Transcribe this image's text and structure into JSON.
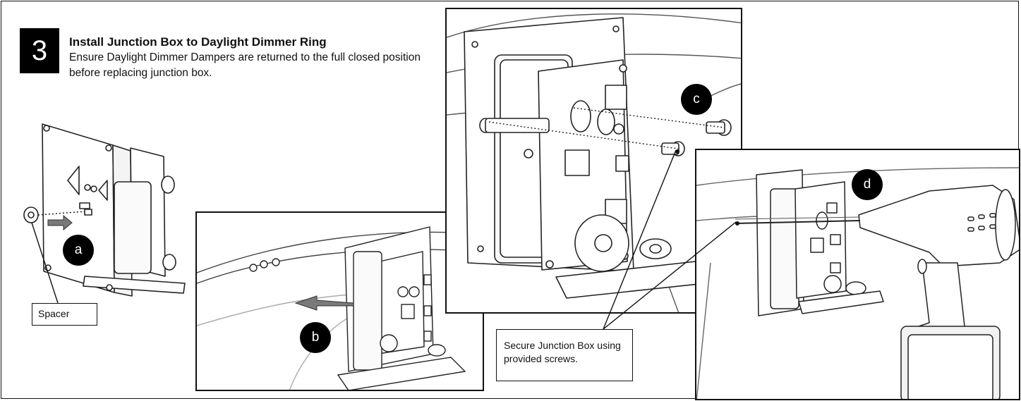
{
  "step": {
    "number": "3",
    "title": "Install Junction Box to Daylight Dimmer Ring",
    "description": "Ensure Daylight Dimmer Dampers are returned to the full closed position before replacing junction box."
  },
  "callouts": {
    "a": "a",
    "b": "b",
    "c": "c",
    "d": "d"
  },
  "labels": {
    "spacer": "Spacer",
    "secure": "Secure Junction Box using provided screws."
  }
}
